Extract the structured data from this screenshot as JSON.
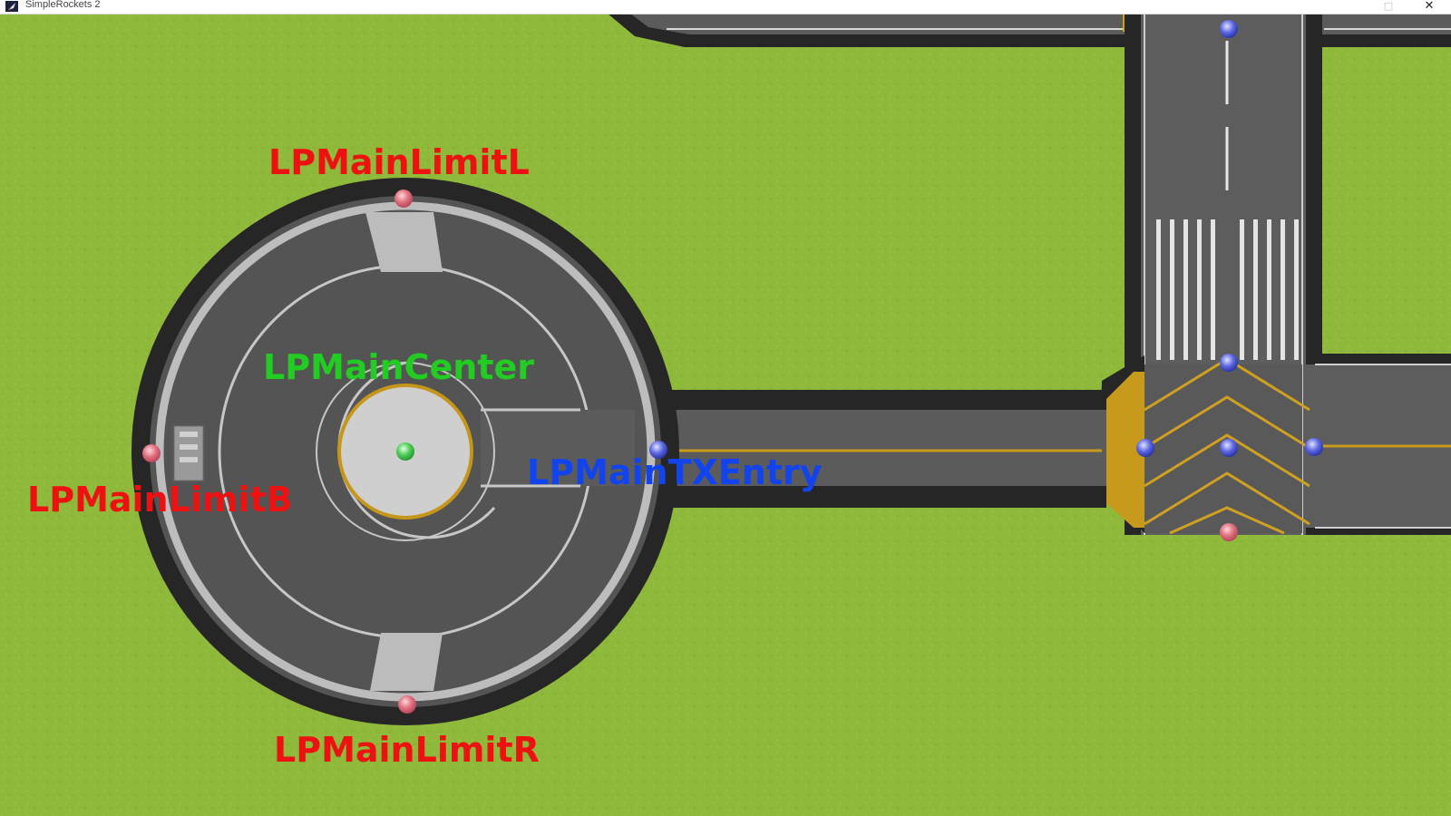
{
  "window": {
    "title": "SimpleRockets 2",
    "maximize_glyph": "□",
    "close_glyph": "✕"
  },
  "markers": {
    "limit_l": {
      "label": "LPMainLimitL",
      "color": "#ee1111"
    },
    "center": {
      "label": "LPMainCenter",
      "color": "#22cc22"
    },
    "limit_b": {
      "label": "LPMainLimitB",
      "color": "#ee1111"
    },
    "tx_entry": {
      "label": "LPMainTXEntry",
      "color": "#1144ee"
    },
    "limit_r": {
      "label": "LPMainLimitR",
      "color": "#ee1111"
    }
  },
  "colors": {
    "grass": "#8fb93a",
    "asphalt": "#5b5b5b",
    "curb": "#262626",
    "paint_white": "#d9d9d9",
    "paint_yellow": "#c99a1b",
    "pin_red": "#d85a6a",
    "pin_blue": "#4b58d8",
    "pin_green": "#3cc84a"
  },
  "icons": {
    "app": "rocket-app-icon",
    "maximize": "maximize-icon",
    "close": "close-icon"
  }
}
